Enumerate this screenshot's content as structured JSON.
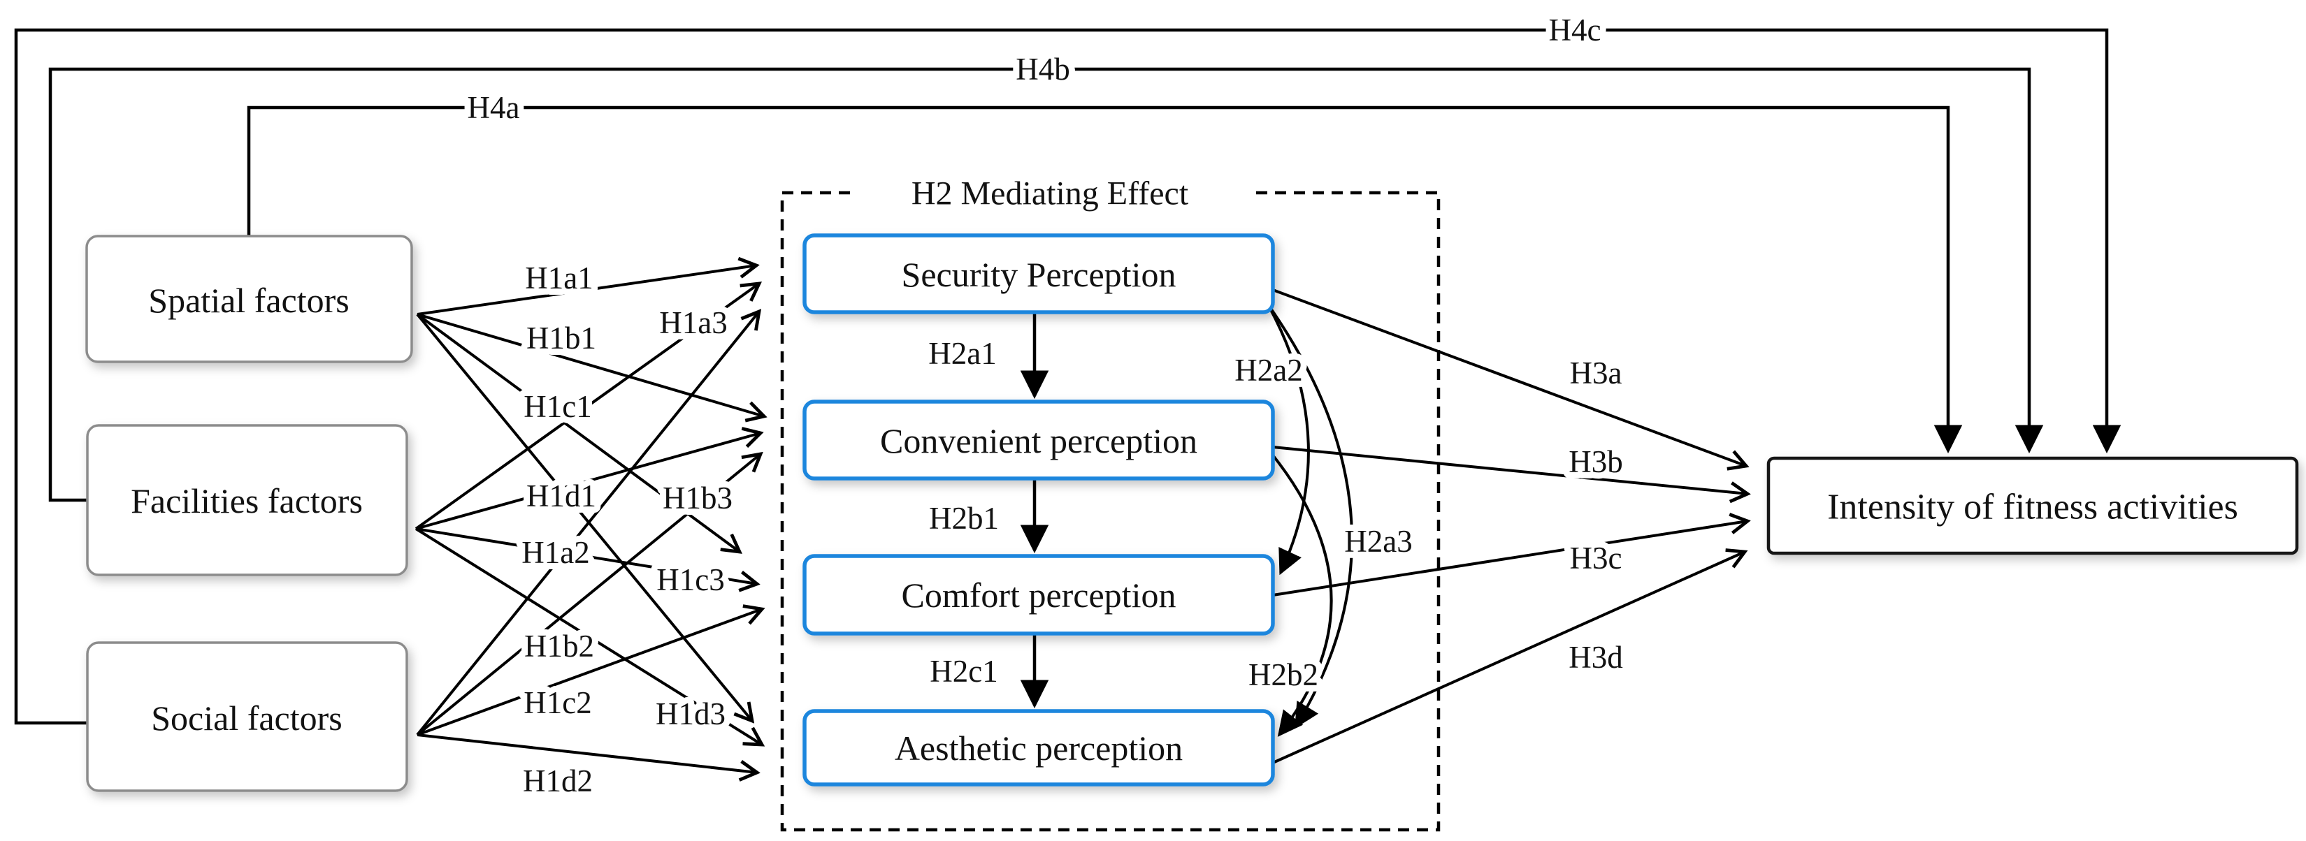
{
  "diagram": {
    "mediating_section_title": "H2 Mediating Effect",
    "factors": [
      {
        "label": "Spatial factors"
      },
      {
        "label": "Facilities factors"
      },
      {
        "label": "Social factors"
      }
    ],
    "mediators": [
      {
        "label": "Security Perception"
      },
      {
        "label": "Convenient perception"
      },
      {
        "label": "Comfort perception"
      },
      {
        "label": "Aesthetic perception"
      }
    ],
    "outcome": {
      "label": "Intensity of fitness activities"
    },
    "hypotheses": {
      "h1a1": "H1a1",
      "h1b1": "H1b1",
      "h1c1": "H1c1",
      "h1d1": "H1d1",
      "h1a2": "H1a2",
      "h1b2": "H1b2",
      "h1c2": "H1c2",
      "h1d2": "H1d2",
      "h1a3": "H1a3",
      "h1b3": "H1b3",
      "h1c3": "H1c3",
      "h1d3": "H1d3",
      "h2a1": "H2a1",
      "h2b1": "H2b1",
      "h2c1": "H2c1",
      "h2a2": "H2a2",
      "h2a3": "H2a3",
      "h2b2": "H2b2",
      "h3a": "H3a",
      "h3b": "H3b",
      "h3c": "H3c",
      "h3d": "H3d",
      "h4a": "H4a",
      "h4b": "H4b",
      "h4c": "H4c"
    },
    "colors": {
      "mediator_border": "#1e86dd",
      "factor_border": "#8c8c8c",
      "outcome_border": "#141414",
      "line": "#000000"
    }
  }
}
